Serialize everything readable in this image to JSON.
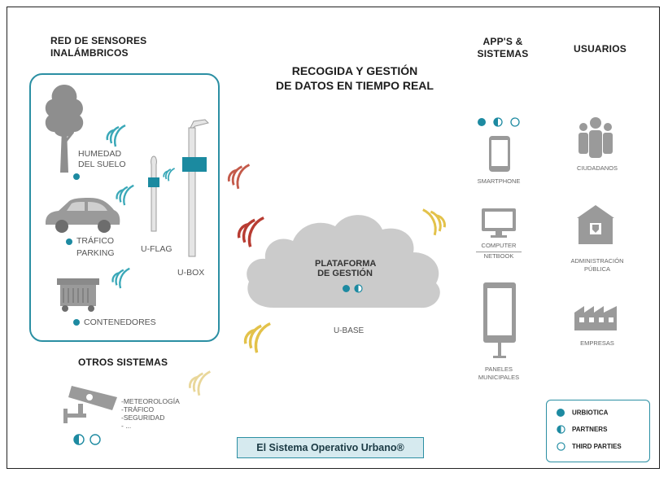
{
  "headings": {
    "sensors_line1": "RED DE SENSORES",
    "sensors_line2": "INALÁMBRICOS",
    "data_line1": "RECOGIDA Y GESTIÓN",
    "data_line2": "DE DATOS EN TIEMPO REAL",
    "apps_line1": "APP'S &",
    "apps_line2": "SISTEMAS",
    "users": "USUARIOS",
    "other": "OTROS SISTEMAS"
  },
  "sensors": {
    "humidity_line1": "HUMEDAD",
    "humidity_line2": "DEL SUELO",
    "traffic_line1": "TRÁFICO",
    "traffic_line2": "PARKING",
    "containers": "CONTENEDORES",
    "uflag": "U-FLAG",
    "ubox": "U-BOX"
  },
  "platform": {
    "line1": "PLATAFORMA",
    "line2": "DE GESTIÓN",
    "base": "U-BASE"
  },
  "devices": {
    "smartphone": "SMARTPHONE",
    "computer": "COMPUTER",
    "netbook": "NETBOOK",
    "panels_line1": "PANELES",
    "panels_line2": "MUNICIPALES"
  },
  "users": {
    "citizens": "CIUDADANOS",
    "admin_line1": "ADMINISTRACIÓN",
    "admin_line2": "PÚBLICA",
    "companies": "EMPRESAS"
  },
  "other_systems": {
    "item1": "-METEOROLOGÍA",
    "item2": "-TRÁFICO",
    "item3": "-SEGURIDAD",
    "item4": "- ..."
  },
  "legend": {
    "urbiotica": "URBIOTICA",
    "partners": "PARTNERS",
    "third": "THIRD PARTIES"
  },
  "banner": "El Sistema Operativo Urbano®",
  "colors": {
    "accent": "#1d8aa1",
    "signal_red": "#c0392b",
    "signal_yellow": "#e3c24a",
    "cloud": "#c9c9c9"
  }
}
